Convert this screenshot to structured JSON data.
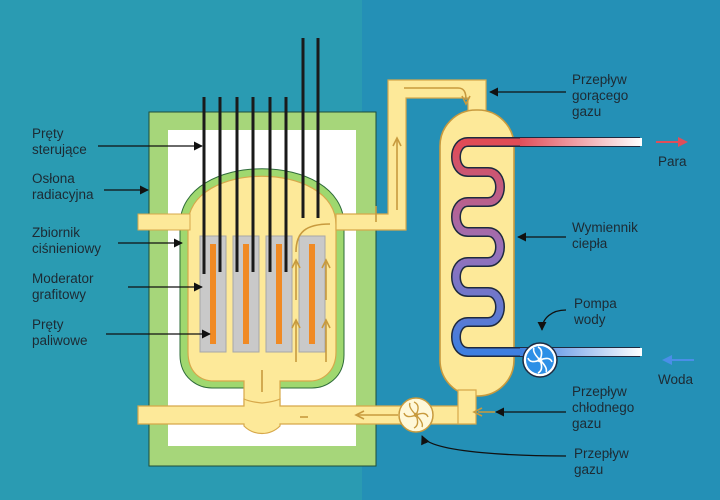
{
  "labels": {
    "control_rods": "Pręty\nsterujące",
    "radiation_shield": "Osłona\nradiacyjna",
    "pressure_vessel": "Zbiornik\nciśnieniowy",
    "graphite_moderator": "Moderator\ngrafitowy",
    "fuel_rods": "Pręty\npaliwowe",
    "hot_gas_flow": "Przepływ\ngorącego\ngazu",
    "steam": "Para",
    "heat_exchanger": "Wymiennik\nciepła",
    "water_pump": "Pompa\nwody",
    "water": "Woda",
    "cool_gas_flow": "Przepływ\nchłodnego\ngazu",
    "gas_flow": "Przepływ\ngazu"
  },
  "colors": {
    "background_left": "#2a9bb2",
    "background_right": "#2490b6",
    "shield": "#a6d67a",
    "gas": "#fde999",
    "moderator": "#c9c9c9",
    "fuel": "#f08a24",
    "hot_coil": "#e04e5a",
    "cold_coil": "#4a78d8",
    "pump": "#2d8fe6"
  }
}
